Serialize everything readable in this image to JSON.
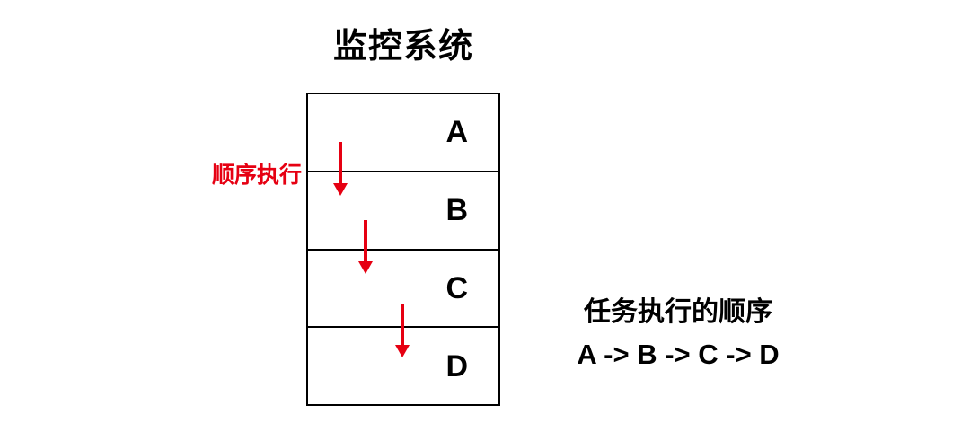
{
  "colors": {
    "accent_red": "#e60012",
    "text": "#000000",
    "border": "#000000",
    "background": "#ffffff"
  },
  "diagram": {
    "title": "监控系统",
    "flow_label": "顺序执行",
    "tasks": [
      {
        "label": "A"
      },
      {
        "label": "B"
      },
      {
        "label": "C"
      },
      {
        "label": "D"
      }
    ],
    "arrows": [
      "arrow-a-to-b",
      "arrow-b-to-c",
      "arrow-c-to-d"
    ],
    "caption": {
      "line1": "任务执行的顺序",
      "line2": "A -> B -> C -> D"
    }
  }
}
